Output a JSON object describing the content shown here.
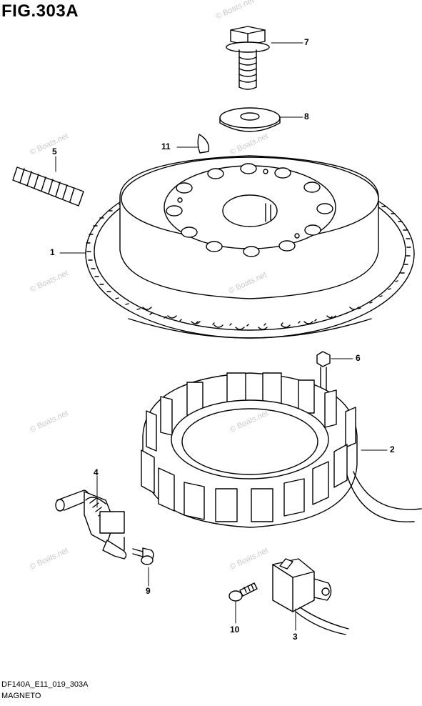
{
  "figure": {
    "title": "FIG.303A",
    "footer_code": "DF140A_E11_019_303A",
    "footer_name": "MAGNETO"
  },
  "watermark": "© Boats.net",
  "callouts": [
    {
      "id": "7",
      "label": "7"
    },
    {
      "id": "8",
      "label": "8"
    },
    {
      "id": "11",
      "label": "11"
    },
    {
      "id": "5",
      "label": "5"
    },
    {
      "id": "1",
      "label": "1"
    },
    {
      "id": "6",
      "label": "6"
    },
    {
      "id": "2",
      "label": "2"
    },
    {
      "id": "4",
      "label": "4"
    },
    {
      "id": "9",
      "label": "9"
    },
    {
      "id": "10",
      "label": "10"
    },
    {
      "id": "3",
      "label": "3"
    }
  ],
  "parts": {
    "bolt_top": "bolt",
    "washer": "washer",
    "key": "key",
    "spring_pin": "pin",
    "flywheel": "flywheel",
    "stator_bolt": "bolt",
    "stator": "stator",
    "sensor": "sensor",
    "sensor_screw": "screw",
    "pulser_screw": "screw",
    "pulser_coil": "coil"
  }
}
